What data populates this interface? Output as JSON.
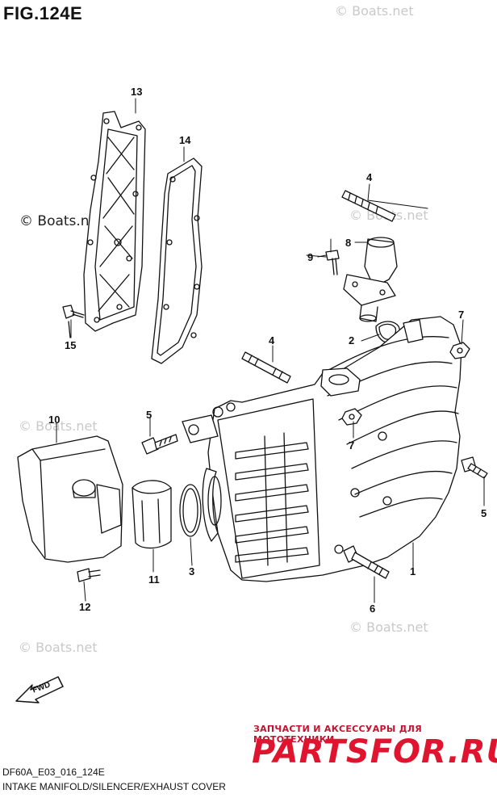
{
  "figure": {
    "title": "FIG.124E",
    "code": "DF60A_E03_016_124E",
    "description": "INTAKE MANIFOLD/SILENCER/EXHAUST COVER",
    "direction_label": "FWD"
  },
  "watermarks": {
    "primary": "© Boats.net",
    "repeated": "© Boats.net"
  },
  "callouts": {
    "p1": "1",
    "p2": "2",
    "p3": "3",
    "p4a": "4",
    "p4b": "4",
    "p5a": "5",
    "p5b": "5",
    "p6": "6",
    "p7a": "7",
    "p7b": "7",
    "p8": "8",
    "p9": "9",
    "p10": "10",
    "p11": "11",
    "p12": "12",
    "p13": "13",
    "p14": "14",
    "p15": "15"
  },
  "shop": {
    "tagline": "ЗАПЧАСТИ И АКСЕССУАРЫ ДЛЯ МОТОТЕХНИКИ",
    "brand": "PARTSFOR.RU",
    "brand_color": "#e0142f"
  }
}
